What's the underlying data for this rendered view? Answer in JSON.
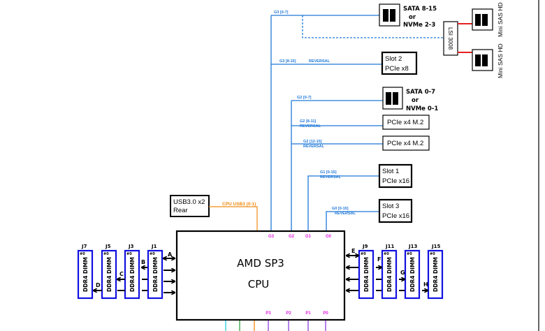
{
  "colors": {
    "pcie_link": "#1e78d8",
    "usb_link": "#f08a10",
    "port_label": "#e020e0",
    "dimm_border": "#1010e0",
    "sas_link": "#e82020",
    "p_link_purple": "#8a3ce0",
    "p_link_cyan": "#20d0e0",
    "p_link_green": "#30a040",
    "p_link_orange": "#f08a10"
  },
  "cpu": {
    "line1": "AMD SP3",
    "line2": "CPU",
    "top_ports": [
      "G3",
      "G2",
      "G1",
      "G0"
    ],
    "bottom_ports": [
      "P3",
      "P2",
      "P1",
      "P0"
    ]
  },
  "usb": {
    "box_line1": "USB3.0 x2",
    "box_line2": "Rear",
    "link_label": "CPU USB3 (0-1)"
  },
  "links": {
    "g3_0_7": "G3 [0-7]",
    "g3_8_15": "G3 [8-15]",
    "g3_8_15_note": "REVERSAL",
    "g2_0_7": "G2 [0-7]",
    "g2_8_11": "G2 [8-11]",
    "g2_8_11_note": "REVERSAL",
    "g2_12_15": "G2 [12-15]",
    "g2_12_15_note": "REVERSAL",
    "g1_0_15": "G1 [0-15]",
    "g1_0_15_note": "REVERSAL",
    "g0_0_15": "G0 [0-15]",
    "g0_0_15_note": "REVERSAL"
  },
  "devices": {
    "sata_8_15": {
      "line1": "SATA 8-15",
      "line2": "or",
      "line3": "NVMe 2-3"
    },
    "slot2": {
      "line1": "Slot 2",
      "line2": "PCIe x8"
    },
    "sata_0_7": {
      "line1": "SATA 0-7",
      "line2": "or",
      "line3": "NVMe 0-1"
    },
    "m2_a": {
      "label": "PCIe x4 M.2"
    },
    "m2_b": {
      "label": "PCIe x4 M.2"
    },
    "slot1": {
      "line1": "Slot 1",
      "line2": "PCIe x16"
    },
    "slot3": {
      "line1": "Slot 3",
      "line2": "PCIe x16"
    },
    "lsi": {
      "label": "LSI 3008"
    },
    "minisas_top": {
      "label": "Mini SAS HD"
    },
    "minisas_bottom": {
      "label": "Mini SAS HD"
    }
  },
  "dimms": {
    "left": [
      {
        "j": "J7",
        "slot": "#0",
        "label": "DDR4 DIMM"
      },
      {
        "j": "J5",
        "slot": "#0",
        "label": "DDR4 DIMM"
      },
      {
        "j": "J3",
        "slot": "#0",
        "label": "DDR4 DIMM"
      },
      {
        "j": "J1",
        "slot": "#0",
        "label": "DDR4 DIMM"
      }
    ],
    "right": [
      {
        "j": "J9",
        "slot": "#0",
        "label": "DDR4 DIMM"
      },
      {
        "j": "J11",
        "slot": "#0",
        "label": "DDR4 DIMM"
      },
      {
        "j": "J13",
        "slot": "#0",
        "label": "DDR4 DIMM"
      },
      {
        "j": "J15",
        "slot": "#0",
        "label": "DDR4 DIMM"
      }
    ],
    "channels_left": [
      "A",
      "B",
      "C",
      "D"
    ],
    "channels_right": [
      "E",
      "F",
      "G",
      "H"
    ]
  }
}
